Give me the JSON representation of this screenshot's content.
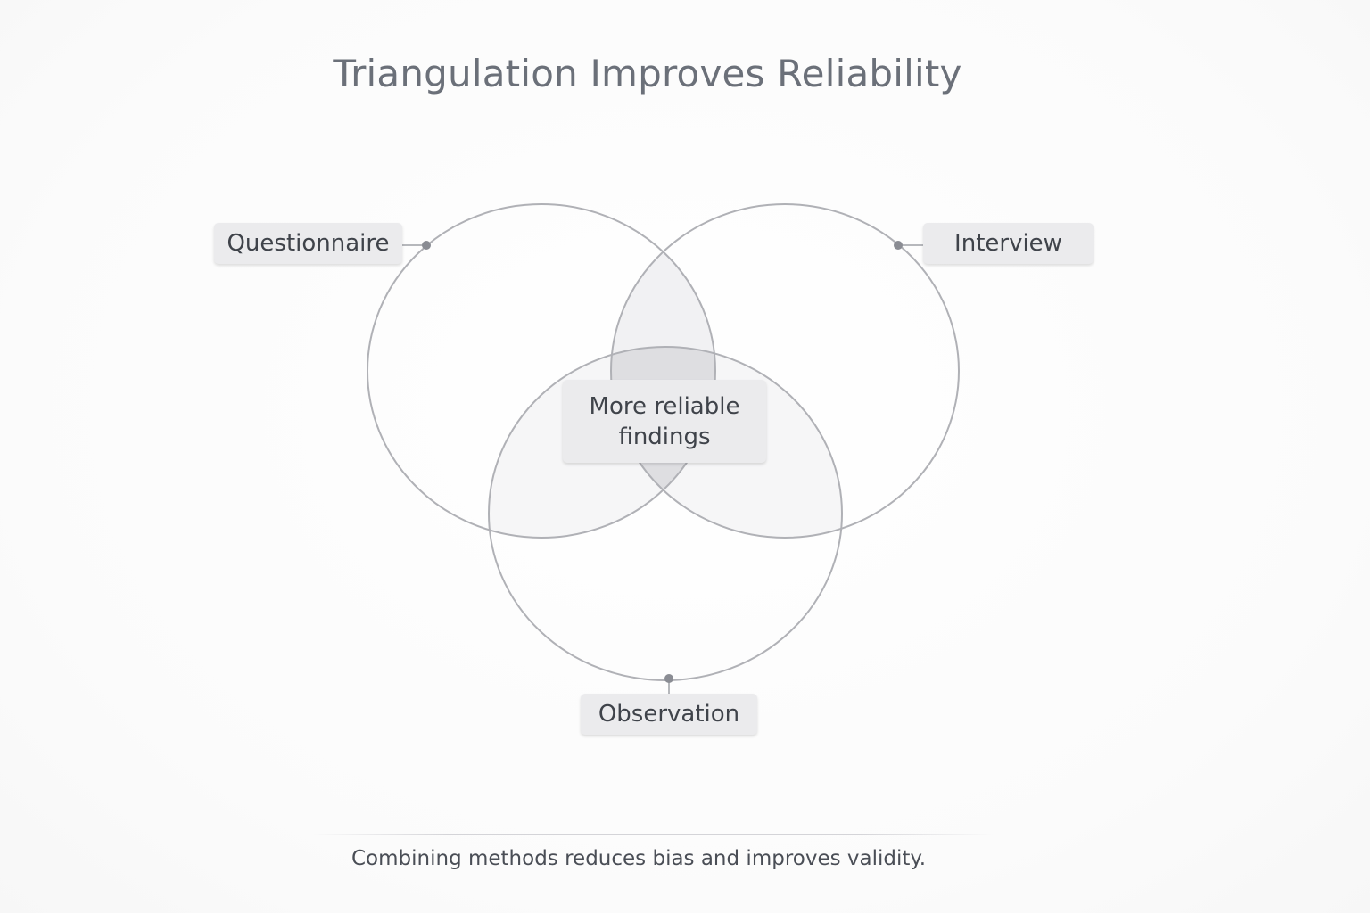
{
  "title": "Triangulation Improves Reliability",
  "methods": {
    "questionnaire": "Questionnaire",
    "interview": "Interview",
    "observation": "Observation"
  },
  "center_label": "More reliable findings",
  "caption": "Combining methods reduces bias and improves validity.",
  "colors": {
    "circle_stroke": "#b0b1b6",
    "label_fill": "#ebebed",
    "overlap_fill": "#e9e9eb",
    "center_fill": "#d6d6d9",
    "text": "#3f434a",
    "title": "#6b7079"
  }
}
